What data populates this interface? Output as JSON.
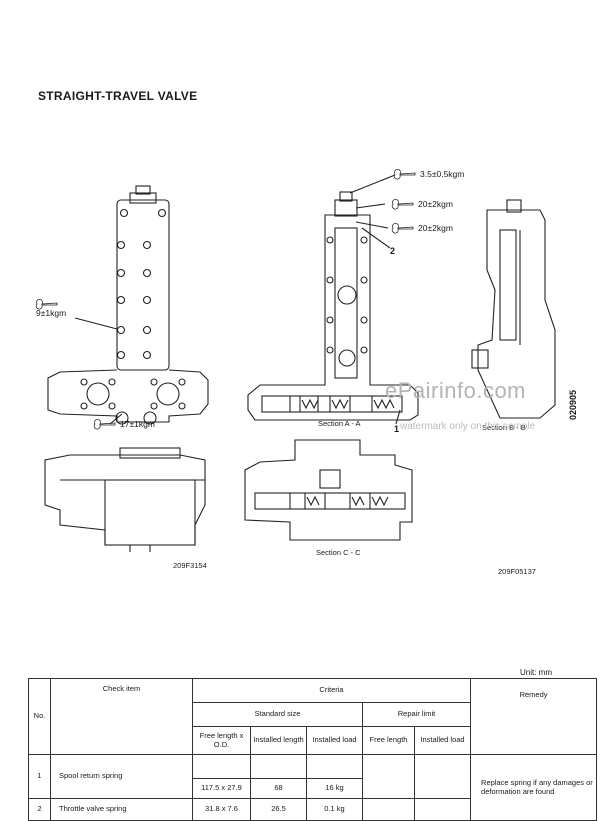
{
  "title": "STRAIGHT-TRAVEL VALVE",
  "torques": {
    "t1": "3.5±0.5kgm",
    "t2": "20±2kgm",
    "t3": "20±2kgm",
    "t4": "9±1kgm",
    "t5": "17±1kgm"
  },
  "wrench_label": "kgm",
  "callouts": {
    "c1": "1",
    "c2": "2"
  },
  "sections": {
    "a": "Section A - A",
    "b": "Section B - B",
    "c": "Section C - C"
  },
  "drawing_codes": {
    "left": "209F3154",
    "right": "209F05137",
    "vertical": "020905"
  },
  "watermark": {
    "main": "ePairinfo.com",
    "sub": "watermark only on this sample"
  },
  "unit": "Unit: mm",
  "table": {
    "headers": {
      "no": "No.",
      "check_item": "Check item",
      "criteria": "Criteria",
      "remedy": "Remedy",
      "standard_size": "Standard size",
      "repair_limit": "Repair limit",
      "free_length_od": "Free length x O.D.",
      "installed_length": "Installed length",
      "installed_load": "Installed load",
      "free_length": "Free length",
      "installed_load_2": "Installed load"
    },
    "rows": [
      {
        "no": "1",
        "item": "Spool return spring",
        "free_od": "117.5 x 27.9",
        "inst_len": "68",
        "inst_load": "16 kg"
      },
      {
        "no": "2",
        "item": "Throttle valve spring",
        "free_od": "31.8 x 7.6",
        "inst_len": "26.5",
        "inst_load": "0.1 kg"
      }
    ],
    "remedy": "Replace spring if any damages or deformation are found"
  }
}
